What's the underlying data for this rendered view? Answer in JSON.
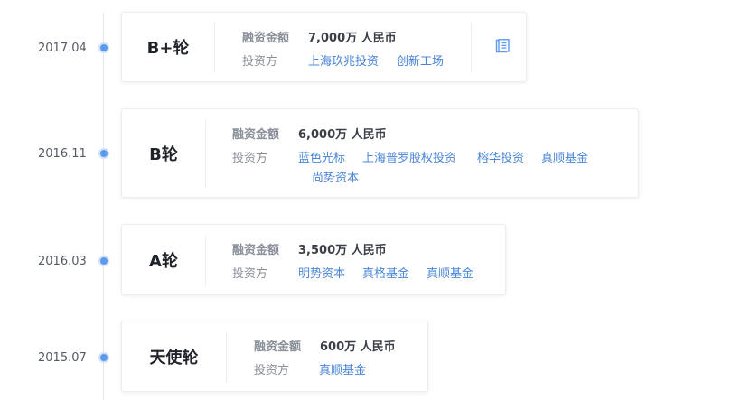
{
  "labels": {
    "amount_label": "融资金额",
    "investor_label": "投资方"
  },
  "rounds": [
    {
      "date": "2017.04",
      "round": "B+轮",
      "amount": "7,000万 人民币",
      "investors": [
        "上海玖兆投资",
        "创新工场"
      ],
      "has_document_icon": true,
      "document_icon": "document-icon"
    },
    {
      "date": "2016.11",
      "round": "B轮",
      "amount": "6,000万 人民币",
      "investors": [
        "蓝色光标",
        "上海普罗股权投资",
        "榕华投资",
        "真顺基金",
        "尚势资本"
      ]
    },
    {
      "date": "2016.03",
      "round": "A轮",
      "amount": "3,500万 人民币",
      "investors": [
        "明势资本",
        "真格基金",
        "真顺基金"
      ]
    },
    {
      "date": "2015.07",
      "round": "天使轮",
      "amount": "600万 人民币",
      "investors": [
        "真顺基金"
      ]
    }
  ],
  "colors": {
    "link": "#4a86d8",
    "dot": "#5b9bed",
    "title": "#1f2329",
    "muted": "#8a9099"
  }
}
